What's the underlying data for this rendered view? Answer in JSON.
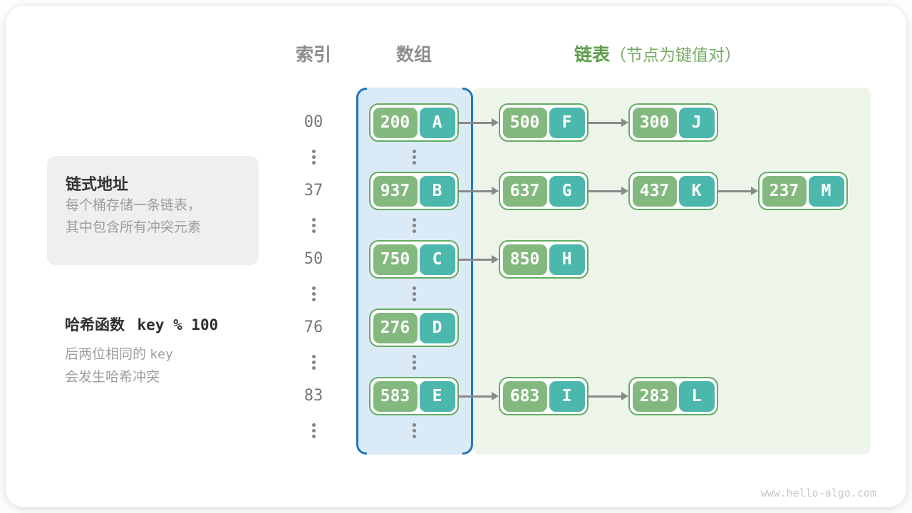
{
  "headers": {
    "index": "索引",
    "array": "数组",
    "list": "链表",
    "list_note": "（节点为键值对）"
  },
  "callout": {
    "title": "链式地址",
    "line1": "每个桶存储一条链表，",
    "line2": "其中包含所有冲突元素"
  },
  "hash_note": {
    "title_text": "哈希函数",
    "title_code": "key % 100",
    "line1_text": "后两位相同的",
    "line1_code": "key",
    "line2": "会发生哈希冲突"
  },
  "diagram": {
    "ellipsis_symbol": "⋮",
    "buckets": [
      {
        "index": "00",
        "array_node": {
          "key": "200",
          "value": "A"
        },
        "chain": [
          {
            "key": "500",
            "value": "F"
          },
          {
            "key": "300",
            "value": "J"
          }
        ]
      },
      {
        "index": "37",
        "array_node": {
          "key": "937",
          "value": "B"
        },
        "chain": [
          {
            "key": "637",
            "value": "G"
          },
          {
            "key": "437",
            "value": "K"
          },
          {
            "key": "237",
            "value": "M"
          }
        ]
      },
      {
        "index": "50",
        "array_node": {
          "key": "750",
          "value": "C"
        },
        "chain": [
          {
            "key": "850",
            "value": "H"
          }
        ]
      },
      {
        "index": "76",
        "array_node": {
          "key": "276",
          "value": "D"
        },
        "chain": []
      },
      {
        "index": "83",
        "array_node": {
          "key": "583",
          "value": "E"
        },
        "chain": [
          {
            "key": "683",
            "value": "I"
          },
          {
            "key": "283",
            "value": "L"
          }
        ]
      }
    ]
  },
  "colors": {
    "key_box_green": "#83B97E",
    "value_box_teal": "#4CB8AD",
    "node_border_green": "#63AC62",
    "array_border_blue": "#2177BD",
    "array_fill_blue": "#DBEAF7",
    "list_fill_green": "#EDF5EB",
    "arrow_gray": "#8A8A8A",
    "header_green": "#5C9E4D"
  },
  "watermark": "www.hello-algo.com"
}
